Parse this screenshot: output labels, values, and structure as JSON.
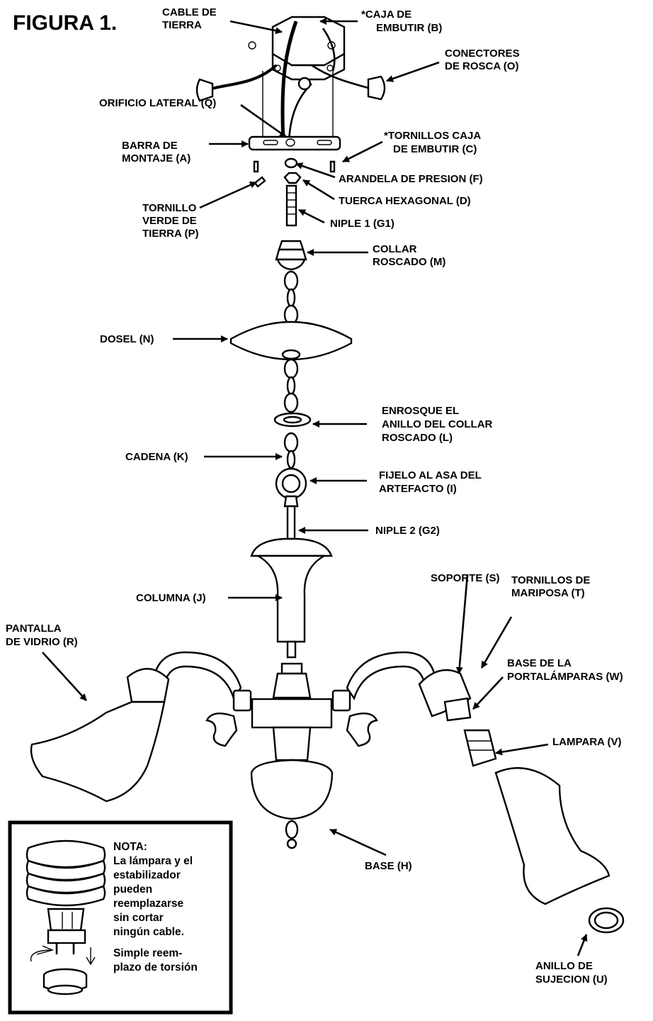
{
  "figure": {
    "title": "FIGURA 1."
  },
  "labels": {
    "cable_tierra": [
      "CABLE DE",
      "TIERRA"
    ],
    "caja_embutir": [
      "*CAJA DE",
      "EMBUTIR (B)"
    ],
    "conectores": [
      "CONECTORES",
      "DE ROSCA (O)"
    ],
    "orificio": [
      "ORIFICIO LATERAL (Q)"
    ],
    "barra": [
      "BARRA DE",
      "MONTAJE (A)"
    ],
    "tornillos_caja": [
      "*TORNILLOS CAJA",
      "DE EMBUTIR (C)"
    ],
    "arandela": [
      "ARANDELA DE PRESION (F)"
    ],
    "tuerca": [
      "TUERCA HEXAGONAL (D)"
    ],
    "tornillo_verde": [
      "TORNILLO",
      "VERDE DE",
      "TIERRA (P)"
    ],
    "niple1": [
      "NIPLE 1 (G1)"
    ],
    "collar": [
      "COLLAR",
      "ROSCADO (M)"
    ],
    "dosel": [
      "DOSEL (N)"
    ],
    "enrosque": [
      "ENROSQUE EL",
      "ANILLO DEL COLLAR",
      "ROSCADO (L)"
    ],
    "cadena": [
      "CADENA (K)"
    ],
    "fijelo": [
      "FIJELO AL ASA DEL",
      "ARTEFACTO (I)"
    ],
    "niple2": [
      "NIPLE 2 (G2)"
    ],
    "columna": [
      "COLUMNA (J)"
    ],
    "soporte": [
      "SOPORTE (S)"
    ],
    "tornillos_mariposa": [
      "TORNILLOS DE",
      "MARIPOSA (T)"
    ],
    "pantalla": [
      "PANTALLA",
      "DE VIDRIO (R)"
    ],
    "base_portalamparas": [
      "BASE DE LA",
      "PORTALÁMPARAS (W)"
    ],
    "lampara": [
      "LAMPARA (V)"
    ],
    "base": [
      "BASE (H)"
    ],
    "anillo": [
      "ANILLO DE",
      "SUJECION (U)"
    ]
  },
  "note": {
    "heading": "NOTA:",
    "body": [
      "La lámpara y el",
      "estabilizador",
      "pueden",
      "reemplazarse",
      "sin cortar",
      "ningún cable."
    ],
    "footer": [
      "Simple reem-",
      "plazo de torsión"
    ]
  }
}
